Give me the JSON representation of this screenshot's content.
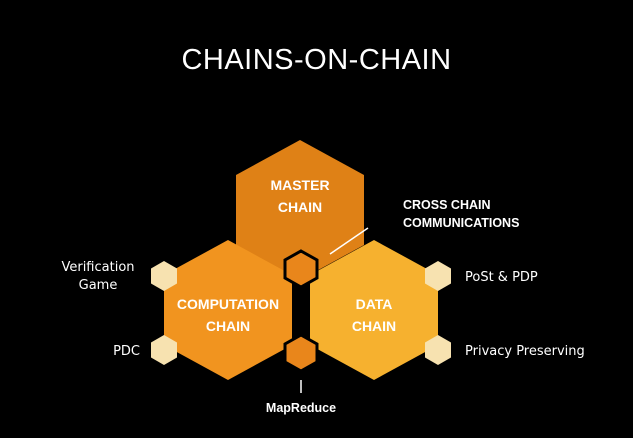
{
  "title": "CHAINS-ON-CHAIN",
  "hexagons": {
    "master": {
      "line1": "MASTER",
      "line2": "CHAIN"
    },
    "computation": {
      "line1": "COMPUTATION",
      "line2": "CHAIN"
    },
    "data": {
      "line1": "DATA",
      "line2": "CHAIN"
    }
  },
  "callouts": {
    "cross_chain_line1": "CROSS CHAIN",
    "cross_chain_line2": "COMMUNICATIONS",
    "mapreduce": "MapReduce"
  },
  "left_labels": {
    "verification_line1": "Verification",
    "verification_line2": "Game",
    "pdc": "PDC"
  },
  "right_labels": {
    "post_pdp": "PoSt & PDP",
    "privacy": "Privacy Preserving"
  },
  "colors": {
    "background": "#000000",
    "master": "#df8116",
    "computation": "#f1941f",
    "data": "#f6b12f",
    "small_hex": "#f7e2b0",
    "connector_hex": "#e9861b"
  }
}
